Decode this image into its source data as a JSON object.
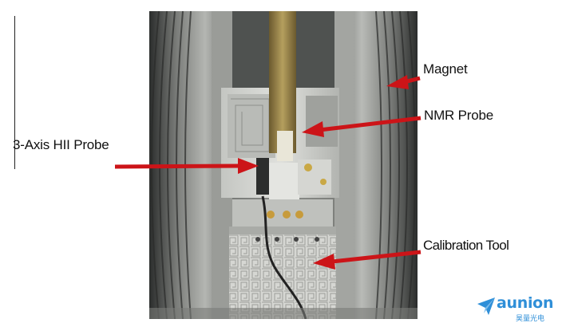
{
  "labels": {
    "magnet": "Magnet",
    "nmr_probe": "NMR Probe",
    "hall_probe": "3-Axis HII Probe",
    "calibration_tool": "Calibration Tool"
  },
  "logo": {
    "name": "aunion",
    "subtitle": "昊量光电"
  },
  "colors": {
    "arrow": "#cc1418",
    "logo": "#2f8fd8"
  }
}
